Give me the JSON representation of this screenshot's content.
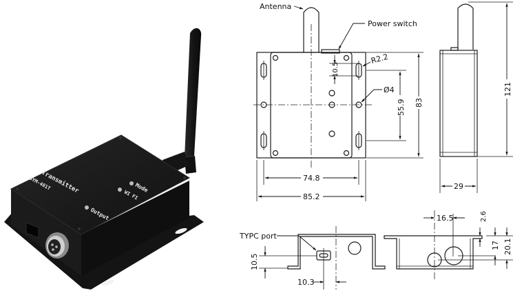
{
  "product": {
    "name_label": "Transmitter",
    "model_label": "DYM-401T",
    "led_labels": [
      "Mode",
      "WI FI",
      "Output"
    ]
  },
  "callouts": {
    "antenna": "Antenna",
    "power_switch": "Power switch",
    "typec_port": "TYPC port"
  },
  "dimensions": {
    "top_view": {
      "slot_radius": "R2.2",
      "hole_diameter": "Ø4",
      "switch_offset": "10.5",
      "slot_spacing_vertical": "55.9",
      "body_height": "83",
      "slot_spacing_horizontal": "74.8",
      "flange_width": "85.2"
    },
    "side_view": {
      "total_height": "121",
      "depth": "29"
    },
    "front_view_left": {
      "port_height": "10.5",
      "port_offset": "10.3"
    },
    "front_view_right": {
      "connector_offset": "16.5",
      "flange_thickness": "2.6",
      "connector_height": "17",
      "body_depth": "20.1"
    }
  },
  "colors": {
    "device_body": "#1c1c1c",
    "device_edge": "#2e2e2e",
    "line": "#1a1a1a"
  }
}
